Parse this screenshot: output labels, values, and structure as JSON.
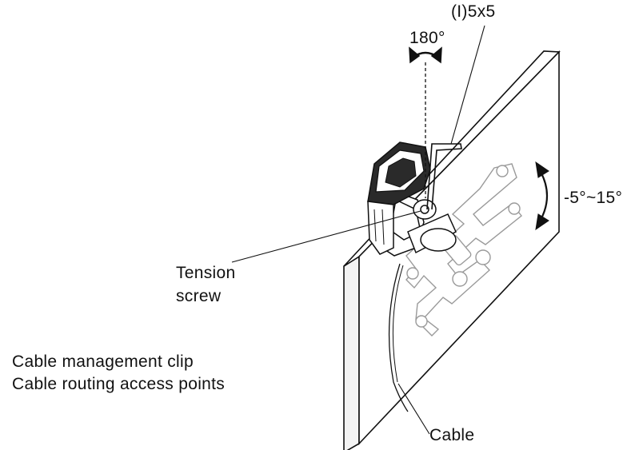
{
  "diagram": {
    "colors": {
      "stroke": "#111111",
      "panel_fill": "#ffffff",
      "panel_side": "#f3f3f3",
      "bracket_fill": "#ffffff",
      "clip_fill": "#2a2a2a"
    },
    "labels": {
      "allen_key": "(I)5x5",
      "rotation": "180°",
      "tilt_range": "-5°~15°",
      "tension_line1": "Tension",
      "tension_line2": "screw",
      "cable_clip": "Cable management clip",
      "cable_routing": "Cable routing access points",
      "cable": "Cable"
    },
    "icons": [
      "rotation-arrow-icon",
      "tilt-arrow-icon",
      "allen-key-icon"
    ]
  }
}
